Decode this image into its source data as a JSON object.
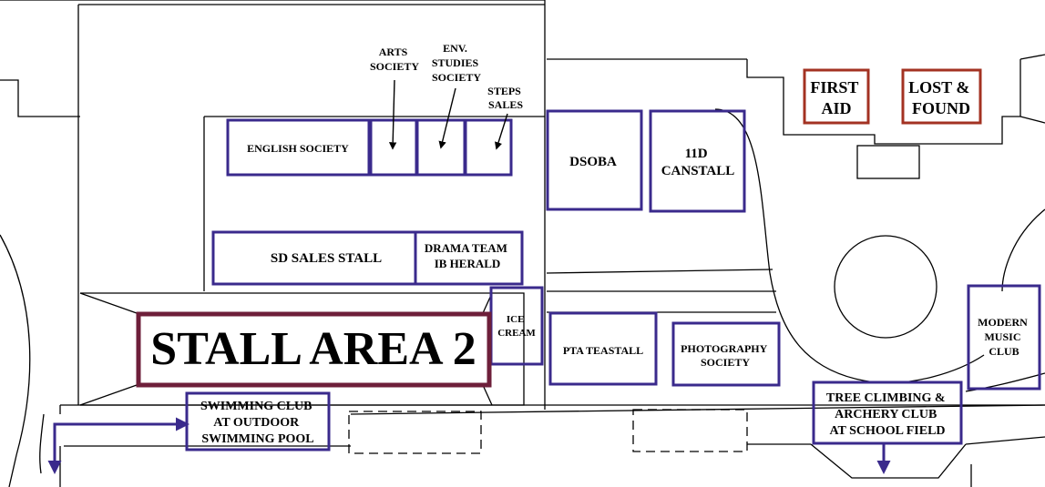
{
  "map": {
    "title": "STALL AREA 2",
    "colors": {
      "stall_border": "#3a2a8c",
      "service_border": "#a33222",
      "title_border": "#6e1f3a",
      "arrow": "#3a2a8c",
      "lines": "#000000"
    },
    "stalls": {
      "english_society": "ENGLISH SOCIETY",
      "arts_society": [
        "ARTS",
        "SOCIETY"
      ],
      "env_studies_society": [
        "ENV.",
        "STUDIES",
        "SOCIETY"
      ],
      "steps_sales": [
        "STEPS",
        "SALES"
      ],
      "sd_sales_stall": "SD SALES STALL",
      "drama_ib": [
        "DRAMA TEAM",
        "IB HERALD"
      ],
      "dsoba": "DSOBA",
      "canstall_11d": [
        "11D",
        "CANSTALL"
      ],
      "ice_cream": [
        "ICE",
        "CREAM"
      ],
      "pta_teastall": "PTA TEASTALL",
      "photography_society": [
        "PHOTOGRAPHY",
        "SOCIETY"
      ],
      "modern_music_club": [
        "MODERN",
        "MUSIC",
        "CLUB"
      ]
    },
    "services": {
      "first_aid": [
        "FIRST",
        "AID"
      ],
      "lost_found": [
        "LOST &",
        "FOUND"
      ]
    },
    "offsite": {
      "swimming_club": [
        "SWIMMING CLUB",
        "AT OUTDOOR",
        "SWIMMING POOL"
      ],
      "tree_climbing": [
        "TREE CLIMBING &",
        "ARCHERY CLUB",
        "AT SCHOOL FIELD"
      ]
    }
  }
}
